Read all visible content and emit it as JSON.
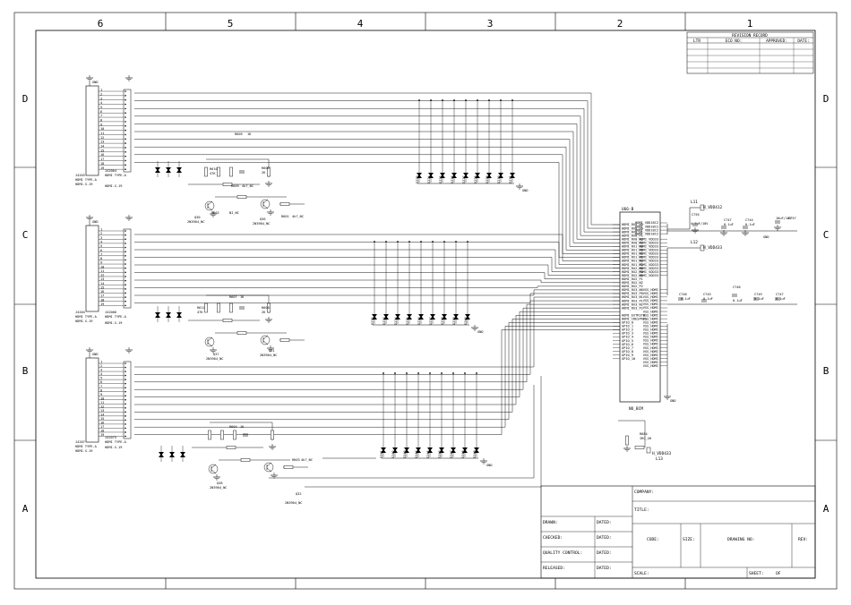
{
  "zones": {
    "columns": [
      "6",
      "5",
      "4",
      "3",
      "2",
      "1"
    ],
    "rows": [
      "D",
      "C",
      "B",
      "A"
    ]
  },
  "revision_block": {
    "title": "REVISION RECORD",
    "headers": [
      "LTR",
      "ECO NO:",
      "APPROVED:",
      "DATE:"
    ]
  },
  "connectors": [
    {
      "ref": "J4203",
      "type": "HDMI TYPE-A",
      "part": "HDMI-S-19",
      "ref2": "J42004",
      "type2": "HDMI TYPE-A",
      "part2": "HDMI-S-19",
      "gnd": "GND"
    },
    {
      "ref": "J4204",
      "type": "HDMI TYPE-A",
      "part": "HDMI-S-19",
      "ref2": "J42006",
      "type2": "HDMI TYPE-A",
      "part2": "HDMI-S-19",
      "gnd": "GND"
    },
    {
      "ref": "J4207",
      "type": "HDMI TYPE-A",
      "part": "HDMI-S-19",
      "ref2": "J42075",
      "type2": "HDMI TYPE-A",
      "part2": "HDMI-S-19",
      "gnd": "GND"
    }
  ],
  "ic": {
    "ref": "U66-B",
    "part": "NO_BCM",
    "left_pins": [
      "HDMI_RX0_N0",
      "HDMI_RX0_P0",
      "HDMI_RX0_N1",
      "HDMI_RX0_P1",
      "HDMI_RX0_N2",
      "HDMI_RX0_P2",
      "HDMI_RX1_N0",
      "HDMI_RX1_P0",
      "HDMI_RX1_N1",
      "HDMI_RX1_P1",
      "HDMI_RX1_N2",
      "HDMI_RX1_P2",
      "HDMI_RX2_N0",
      "HDMI_RX2_P0",
      "HDMI_RX2_N1",
      "HDMI_RX2_P1",
      "HDMI_RX2_N2",
      "HDMI_RX2_P2",
      "HDMI_RX3_N0",
      "HDMI_RX3_P0",
      "HDMI_RX3_N1",
      "HDMI_RX3_P1",
      "HDMI_RX3_N2",
      "HDMI_RX3_P2",
      "HDMI_EXTRSTN",
      "HDMI_CRESPRES",
      "GPIO_0",
      "GPIO_1",
      "GPIO_2",
      "GPIO_3",
      "GPIO_4",
      "GPIO_5",
      "GPIO_6",
      "GPIO_7",
      "GPIO_8",
      "GPIO_9",
      "GPIO_10"
    ],
    "right_pins": [
      "HDMI_VDD18C2",
      "HDMI_VDD18C2",
      "HDMI_VDD18C2",
      "HDMI_VDD18C2",
      "HDMI_VDD33",
      "HDMI_VDD33",
      "HDMI_VDD33",
      "HDMI_VDD33",
      "HDMI_VDD33",
      "HDMI_VDD33",
      "HDMI_VDD33",
      "HDMI_VDD33",
      "HDMI_VDD33",
      "HDMI_VDD33",
      "HDMI_VDD33",
      "VSS_HDMI",
      "VSS_HDMI",
      "VSS_HDMI",
      "VSS_HDMI",
      "VSS_HDMI",
      "VSS_HDMI",
      "VSS_HDMI",
      "VSS_HDMI",
      "VSS_HDMI",
      "VSS_HDMI",
      "VSS_HDMI",
      "VSS_HDMI",
      "VSS_HDMI",
      "VSS_HDMI",
      "VSS_HDMI",
      "VSS_HDMI",
      "VSS_HDMI",
      "VSS_HDMI",
      "VSS_HDMI",
      "VSS_HDMI",
      "VSS_HDMI",
      "VSS_HDMI"
    ]
  },
  "power": {
    "vdd12": {
      "ref": "L11",
      "net": "H_VDD412"
    },
    "vdd33": {
      "ref": "L12",
      "net": "H_VDD433"
    },
    "vdd33b": {
      "ref": "L13",
      "net": "H_VDD433"
    }
  },
  "caps_right": [
    {
      "ref": "C755",
      "val": "4.7uF/10V"
    },
    {
      "ref": "C747",
      "val": "0.1uF"
    },
    {
      "ref": "C744",
      "val": "0.1uF"
    },
    {
      "ref": "C757",
      "val": "10uF/10V"
    },
    {
      "ref": "C748",
      "val": "0.1uF"
    },
    {
      "ref": "C745",
      "val": "0.1uF"
    },
    {
      "ref": "C746",
      "val": "0.1uF"
    },
    {
      "ref": "C749",
      "val": "0.1uF"
    },
    {
      "ref": "C747",
      "val": "0.1uF"
    }
  ],
  "transistors": [
    {
      "ref": "Q30",
      "part": "2N3904_NC"
    },
    {
      "ref": "Q36",
      "part": "2N3904_NC"
    },
    {
      "ref": "Q37",
      "part": "2N3904_NC"
    },
    {
      "ref": "Q31",
      "part": "2N3904_NC"
    },
    {
      "ref": "Q38",
      "part": "2N3904_NC"
    },
    {
      "ref": "Q32",
      "part": "2N3904_NC"
    }
  ],
  "resistors": [
    {
      "ref": "R605",
      "val": "1K"
    },
    {
      "ref": "R606",
      "val": "2K"
    },
    {
      "ref": "R607",
      "val": "1K"
    },
    {
      "ref": "R608",
      "val": "2K"
    },
    {
      "ref": "R604",
      "val": "1K"
    },
    {
      "ref": "R609",
      "val": "4k7_NC"
    },
    {
      "ref": "R601",
      "val": "4k7_NC"
    },
    {
      "ref": "R602",
      "val": "NI_NC"
    },
    {
      "ref": "R603",
      "val": "4k7_NC"
    },
    {
      "ref": "R610",
      "val": "47K"
    },
    {
      "ref": "R611",
      "val": "47K"
    },
    {
      "ref": "R684",
      "val": "IRC_4H"
    }
  ],
  "diode_labels_top": [
    "D223",
    "D224",
    "D225",
    "D226",
    "D227",
    "D228",
    "D229",
    "D230",
    "D231"
  ],
  "diode_labels_mid": [
    "D232",
    "D233",
    "D234",
    "D235",
    "D236",
    "D237",
    "D238",
    "D239",
    "D240"
  ],
  "diode_labels_bot": [
    "D241",
    "D242",
    "D243",
    "D244",
    "D245",
    "D246",
    "D247",
    "D248",
    "D249"
  ],
  "gnd_label": "GND",
  "title_block": {
    "company": "COMPANY:",
    "title": "TITLE:",
    "drawn": "DRAWN:",
    "checked": "CHECKED:",
    "quality": "QUALITY CONTROL:",
    "released": "RELEASED:",
    "dated": "DATED:",
    "code": "CODE:",
    "size": "SIZE:",
    "drawing_no": "DRAWING NO:",
    "rev": "REV:",
    "scale": "SCALE:",
    "sheet": "SHEET:",
    "of": "OF"
  }
}
